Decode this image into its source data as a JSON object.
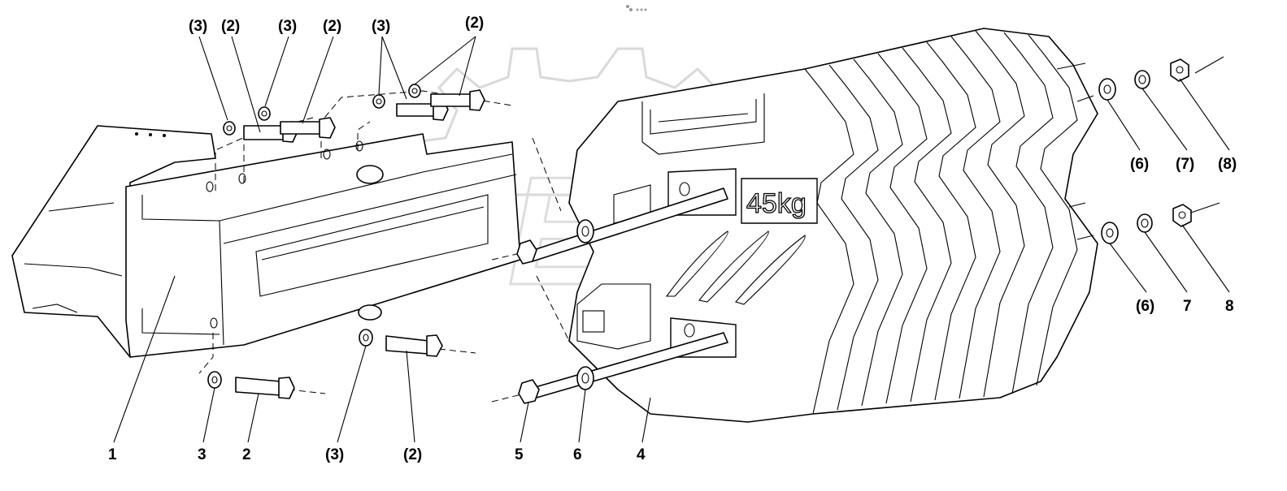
{
  "diagram": {
    "weight_marking": "45kg",
    "watermark": "OPEX",
    "callouts": [
      {
        "id": "c1",
        "text": "(3)"
      },
      {
        "id": "c2",
        "text": "(2)"
      },
      {
        "id": "c3",
        "text": "(3)"
      },
      {
        "id": "c4",
        "text": "(2)"
      },
      {
        "id": "c5",
        "text": "(3)"
      },
      {
        "id": "c6",
        "text": "(2)"
      },
      {
        "id": "c7",
        "text": "(6)"
      },
      {
        "id": "c8",
        "text": "(7)"
      },
      {
        "id": "c9",
        "text": "(8)"
      },
      {
        "id": "c10",
        "text": "(6)"
      },
      {
        "id": "c11",
        "text": "7"
      },
      {
        "id": "c12",
        "text": "8"
      },
      {
        "id": "c13",
        "text": "1"
      },
      {
        "id": "c14",
        "text": "3"
      },
      {
        "id": "c15",
        "text": "2"
      },
      {
        "id": "c16",
        "text": "(3)"
      },
      {
        "id": "c17",
        "text": "(2)"
      },
      {
        "id": "c18",
        "text": "5"
      },
      {
        "id": "c19",
        "text": "6"
      },
      {
        "id": "c20",
        "text": "4"
      }
    ]
  }
}
